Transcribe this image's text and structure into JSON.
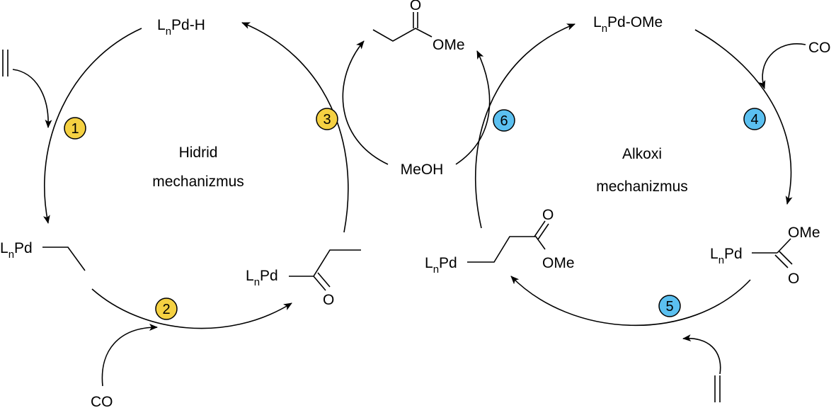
{
  "colors": {
    "hydride_badge": "#F5D142",
    "alkoxy_badge": "#5BC0F0",
    "line": "#000000",
    "background": "#FFFFFF"
  },
  "hydride_cycle": {
    "title_line1": "Hidrid",
    "title_line2": "mechanizmus",
    "species": {
      "pd_hydride": {
        "L": "L",
        "n": "n",
        "rest": "Pd-H"
      },
      "pd_ethyl": {
        "L": "L",
        "n": "n",
        "rest": "Pd"
      },
      "pd_acyl": {
        "L": "L",
        "n": "n",
        "rest": "Pd",
        "oxygen": "O"
      }
    },
    "reagent_co": "CO",
    "steps": [
      "1",
      "2",
      "3"
    ]
  },
  "shared": {
    "methanol": "MeOH",
    "product": {
      "oxygen": "O",
      "ome": "OMe"
    }
  },
  "alkoxy_cycle": {
    "title_line1": "Alkoxi",
    "title_line2": "mechanizmus",
    "species": {
      "pd_methoxide": {
        "L": "L",
        "n": "n",
        "rest": "Pd-OMe"
      },
      "pd_ester": {
        "L": "L",
        "n": "n",
        "rest": "Pd",
        "ome": "OMe",
        "oxygen": "O"
      },
      "pd_alkyl_ester": {
        "L": "L",
        "n": "n",
        "rest": "Pd",
        "oxygen": "O",
        "ome": "OMe"
      }
    },
    "reagent_co": "CO",
    "steps": [
      "4",
      "5",
      "6"
    ]
  }
}
